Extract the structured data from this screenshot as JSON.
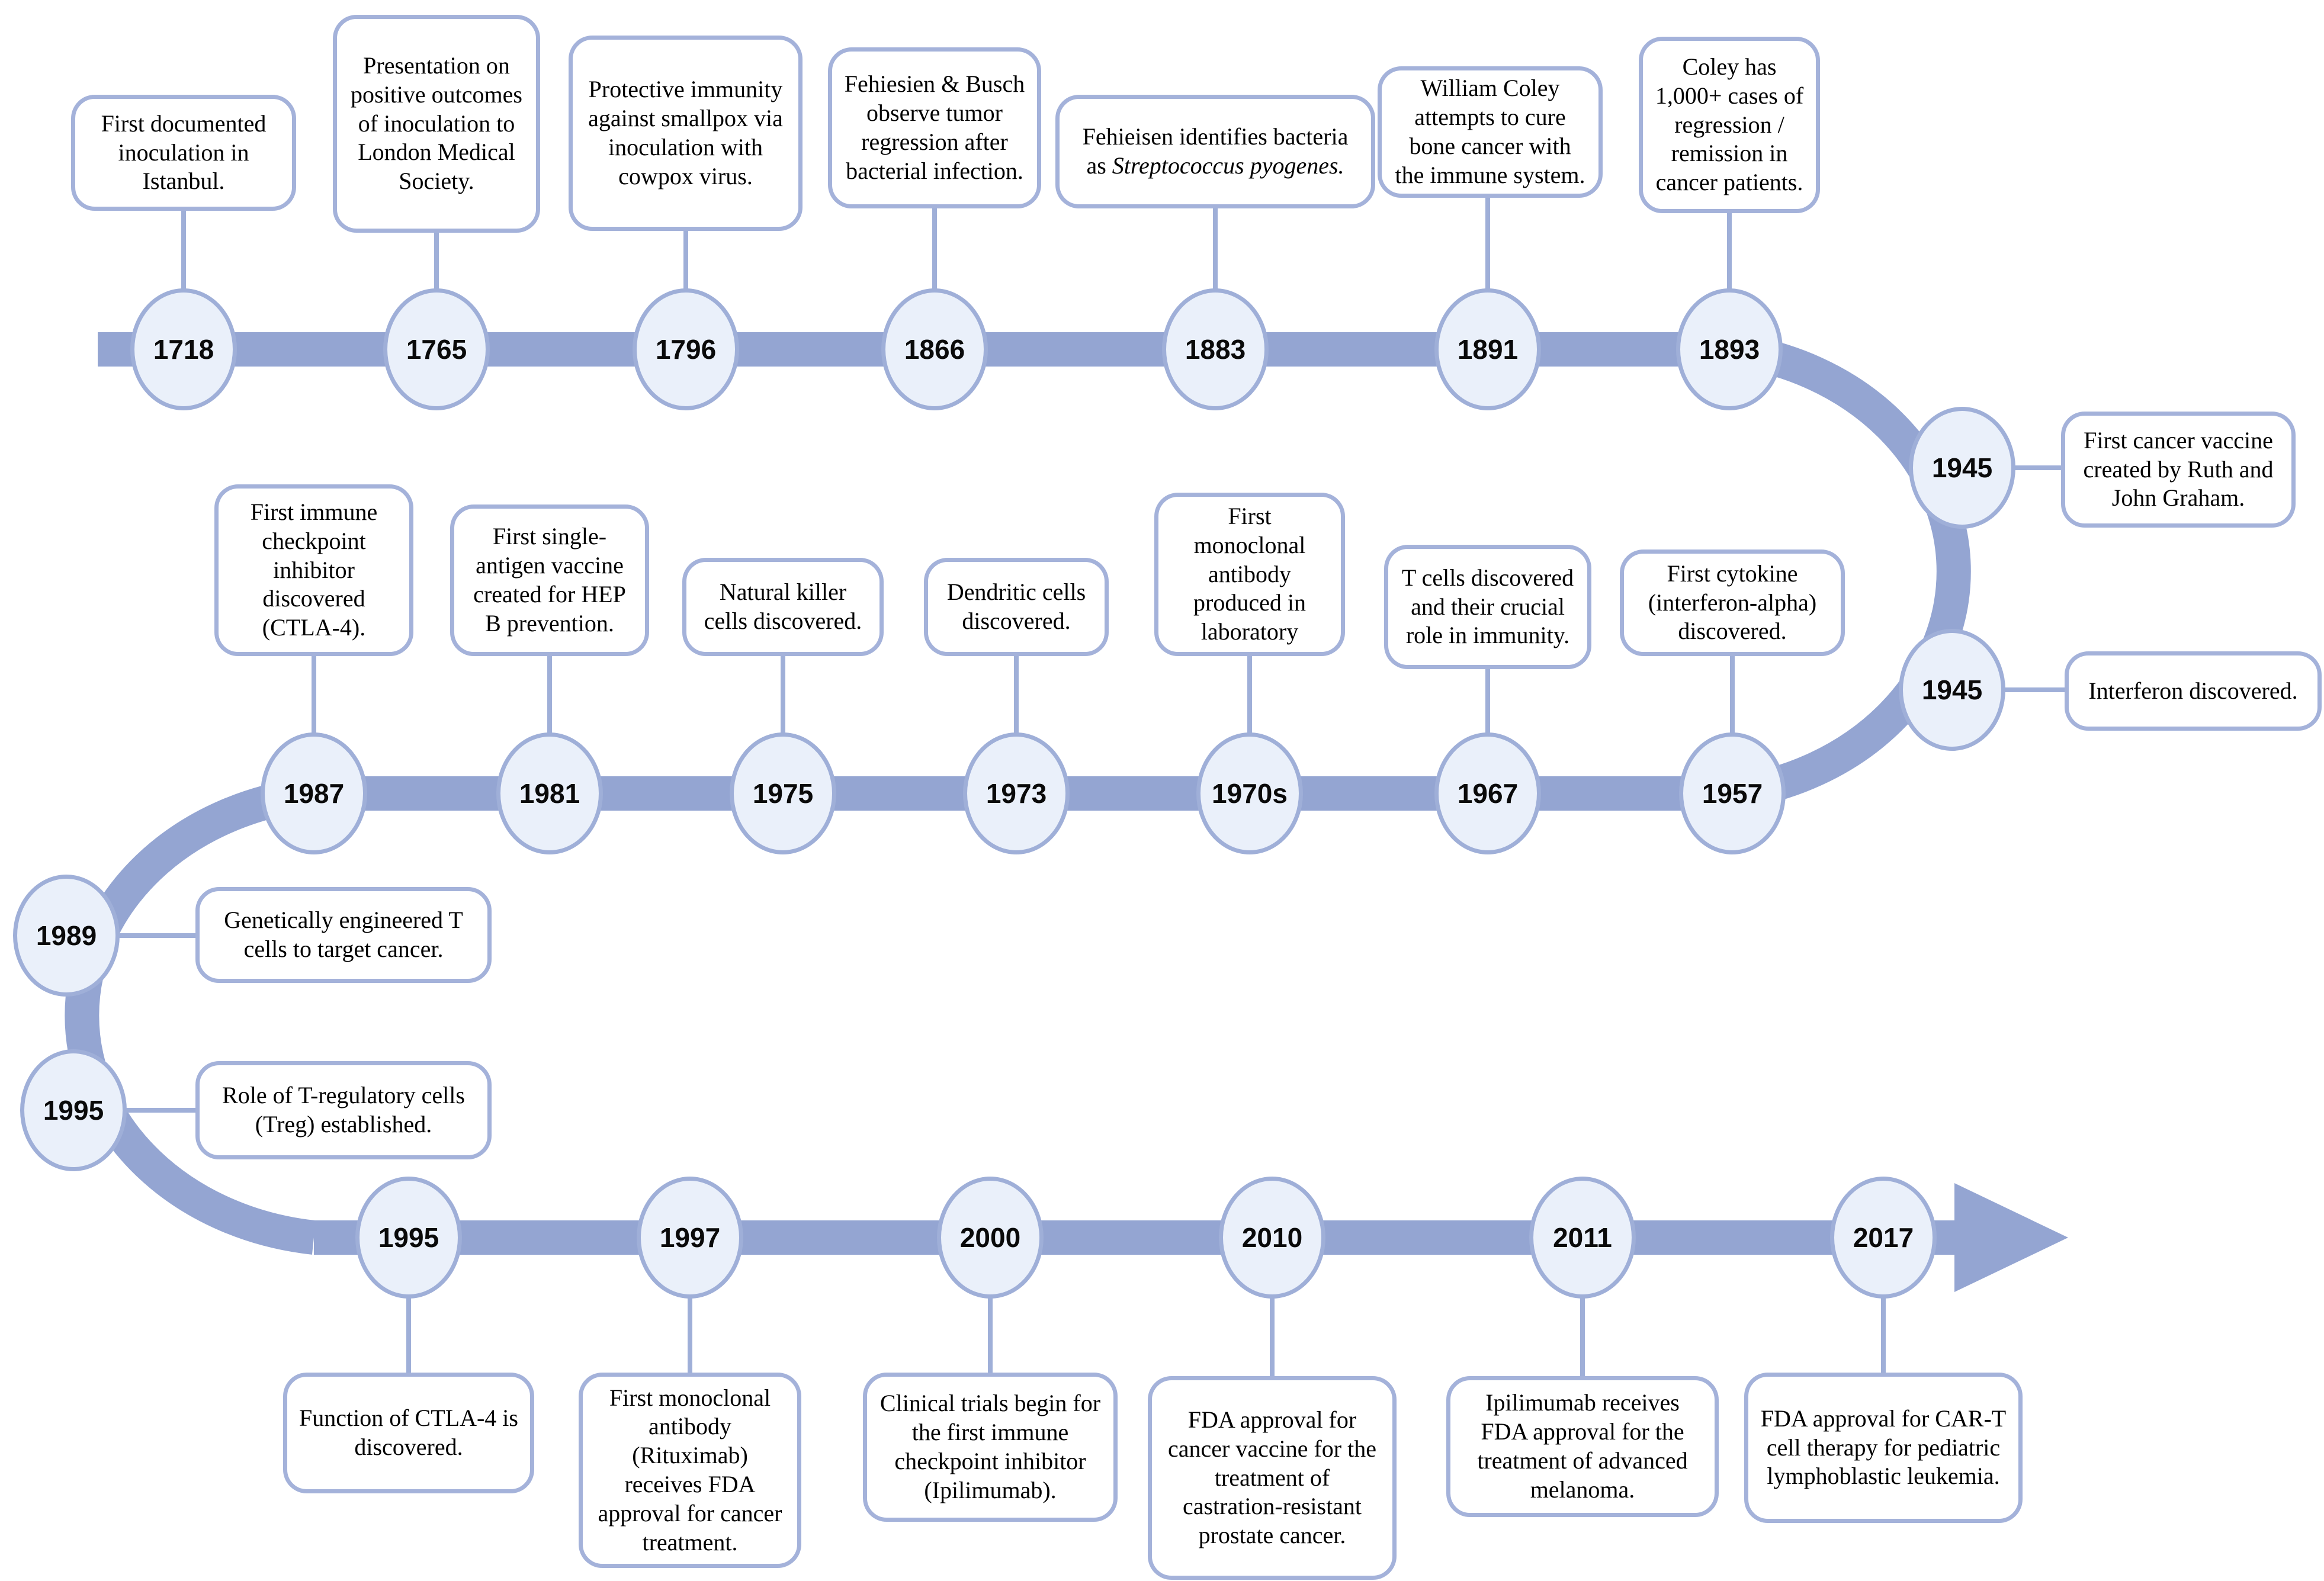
{
  "diagram": {
    "kind": "timeline",
    "colors": {
      "band": "#94a5d2",
      "node_fill": "#eaf0fa",
      "node_border": "#9fafd8",
      "box_border": "#a4b2da",
      "connector": "#9fafd8",
      "text": "#000000"
    },
    "top_row": {
      "events": [
        {
          "year": "1718",
          "text": "First documented inoculation in Istanbul."
        },
        {
          "year": "1765",
          "text": "Presentation on positive outcomes of inoculation to London Medical Society."
        },
        {
          "year": "1796",
          "text": "Protective immunity against smallpox via inoculation with cowpox virus."
        },
        {
          "year": "1866",
          "text": "Fehiesien & Busch observe tumor regression after bacterial infection."
        },
        {
          "year": "1883",
          "text": "Fehieisen identifies bacteria as",
          "text_italic": "Streptococcus pyogenes."
        },
        {
          "year": "1891",
          "text": "William Coley attempts to cure bone cancer with the immune system."
        },
        {
          "year": "1893",
          "text": "Coley has 1,000+ cases of regression / remission in cancer patients."
        }
      ]
    },
    "right_branch": {
      "events": [
        {
          "year": "1945",
          "text": "First cancer vaccine created by Ruth and John Graham."
        },
        {
          "year": "1945",
          "text": "Interferon discovered."
        }
      ]
    },
    "middle_row": {
      "events": [
        {
          "year": "1987",
          "text": "First immune checkpoint inhibitor discovered (CTLA-4)."
        },
        {
          "year": "1981",
          "text": "First single-antigen vaccine created for HEP B prevention."
        },
        {
          "year": "1975",
          "text": "Natural killer cells discovered."
        },
        {
          "year": "1973",
          "text": "Dendritic cells discovered."
        },
        {
          "year": "1970s",
          "text": "First monoclonal antibody produced in laboratory"
        },
        {
          "year": "1967",
          "text": "T cells discovered and their crucial role in immunity."
        },
        {
          "year": "1957",
          "text": "First cytokine (interferon-alpha) discovered."
        }
      ]
    },
    "left_branch": {
      "events": [
        {
          "year": "1989",
          "text": "Genetically engineered T cells to target cancer."
        },
        {
          "year": "1995",
          "text": "Role of T-regulatory cells (Treg) established."
        }
      ]
    },
    "bottom_row": {
      "events": [
        {
          "year": "1995",
          "text": "Function of CTLA-4 is discovered."
        },
        {
          "year": "1997",
          "text": "First monoclonal antibody (Rituximab) receives FDA approval for cancer treatment."
        },
        {
          "year": "2000",
          "text": "Clinical trials begin for the first immune checkpoint inhibitor (Ipilimumab)."
        },
        {
          "year": "2010",
          "text": "FDA approval for cancer vaccine for the treatment of castration-resistant prostate cancer."
        },
        {
          "year": "2011",
          "text": "Ipilimumab receives FDA approval for the treatment of advanced melanoma."
        },
        {
          "year": "2017",
          "text": "FDA approval for CAR-T cell therapy for pediatric lymphoblastic leukemia."
        }
      ]
    }
  }
}
